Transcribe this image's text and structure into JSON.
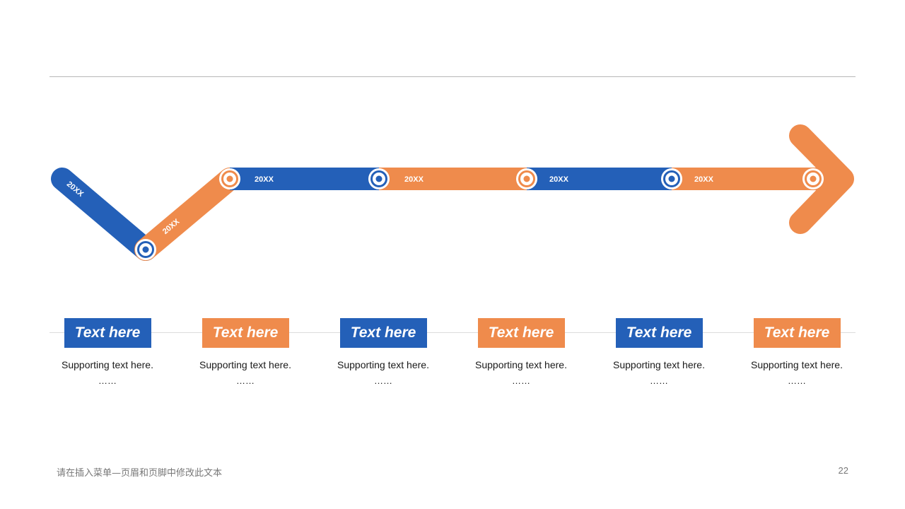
{
  "colors": {
    "blue": "#2460b8",
    "orange": "#ef8b4c"
  },
  "timeline": {
    "segments": [
      {
        "label": "20XX",
        "color": "blue"
      },
      {
        "label": "20XX",
        "color": "orange"
      },
      {
        "label": "20XX",
        "color": "blue"
      },
      {
        "label": "20XX",
        "color": "orange"
      },
      {
        "label": "20XX",
        "color": "blue"
      },
      {
        "label": "20XX",
        "color": "orange"
      }
    ]
  },
  "cards": [
    {
      "title": "Text here",
      "desc": "Supporting text here.",
      "dots": "……",
      "color": "blue"
    },
    {
      "title": "Text here",
      "desc": "Supporting text here.",
      "dots": "……",
      "color": "orange"
    },
    {
      "title": "Text here",
      "desc": "Supporting text here.",
      "dots": "……",
      "color": "blue"
    },
    {
      "title": "Text here",
      "desc": "Supporting text here.",
      "dots": "……",
      "color": "orange"
    },
    {
      "title": "Text here",
      "desc": "Supporting text here.",
      "dots": "……",
      "color": "blue"
    },
    {
      "title": "Text here",
      "desc": "Supporting text here.",
      "dots": "……",
      "color": "orange"
    }
  ],
  "footer": {
    "text": "请在插入菜单—页眉和页脚中修改此文本",
    "page": "22"
  }
}
